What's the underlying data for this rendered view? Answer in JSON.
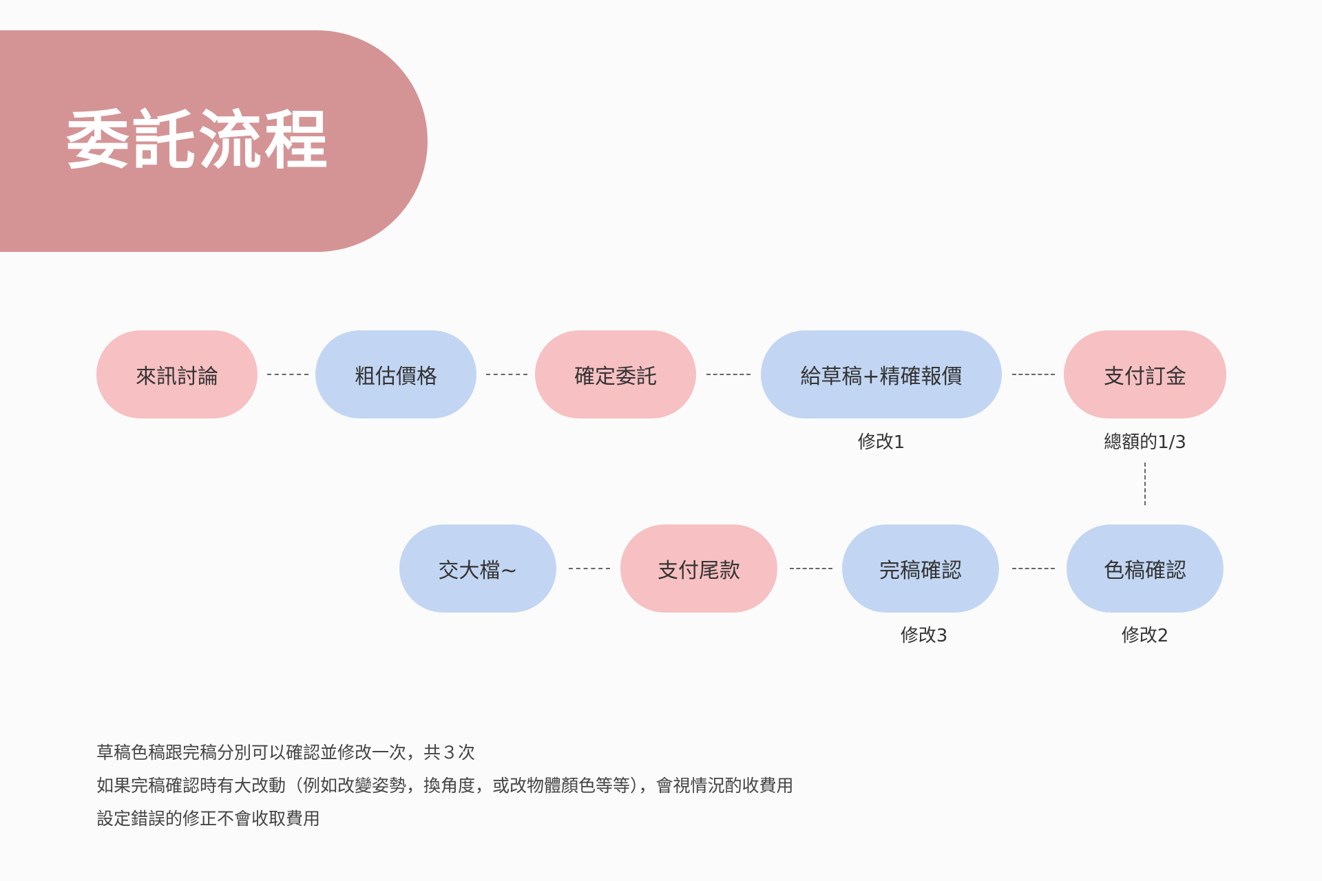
{
  "colors": {
    "title_bg": "#d49495",
    "pink_node": "#f7c0c2",
    "blue_node": "#c2d6f3"
  },
  "title": "委託流程",
  "flow": {
    "row1": [
      {
        "label": "來訊討論",
        "color": "pink"
      },
      {
        "label": "粗估價格",
        "color": "blue"
      },
      {
        "label": "確定委託",
        "color": "pink"
      },
      {
        "label": "給草稿+精確報價",
        "color": "blue",
        "note": "修改1"
      },
      {
        "label": "支付訂金",
        "color": "pink",
        "note": "總額的1/3"
      }
    ],
    "row2": [
      {
        "label": "交大檔~",
        "color": "blue"
      },
      {
        "label": "支付尾款",
        "color": "pink"
      },
      {
        "label": "完稿確認",
        "color": "blue",
        "note": "修改3"
      },
      {
        "label": "色稿確認",
        "color": "blue",
        "note": "修改2"
      }
    ]
  },
  "footer": {
    "lines": [
      "草稿色稿跟完稿分別可以確認並修改一次，共３次",
      "如果完稿確認時有大改動（例如改變姿勢，換角度，或改物體顏色等等），會視情況酌收費用",
      "設定錯誤的修正不會收取費用"
    ]
  }
}
